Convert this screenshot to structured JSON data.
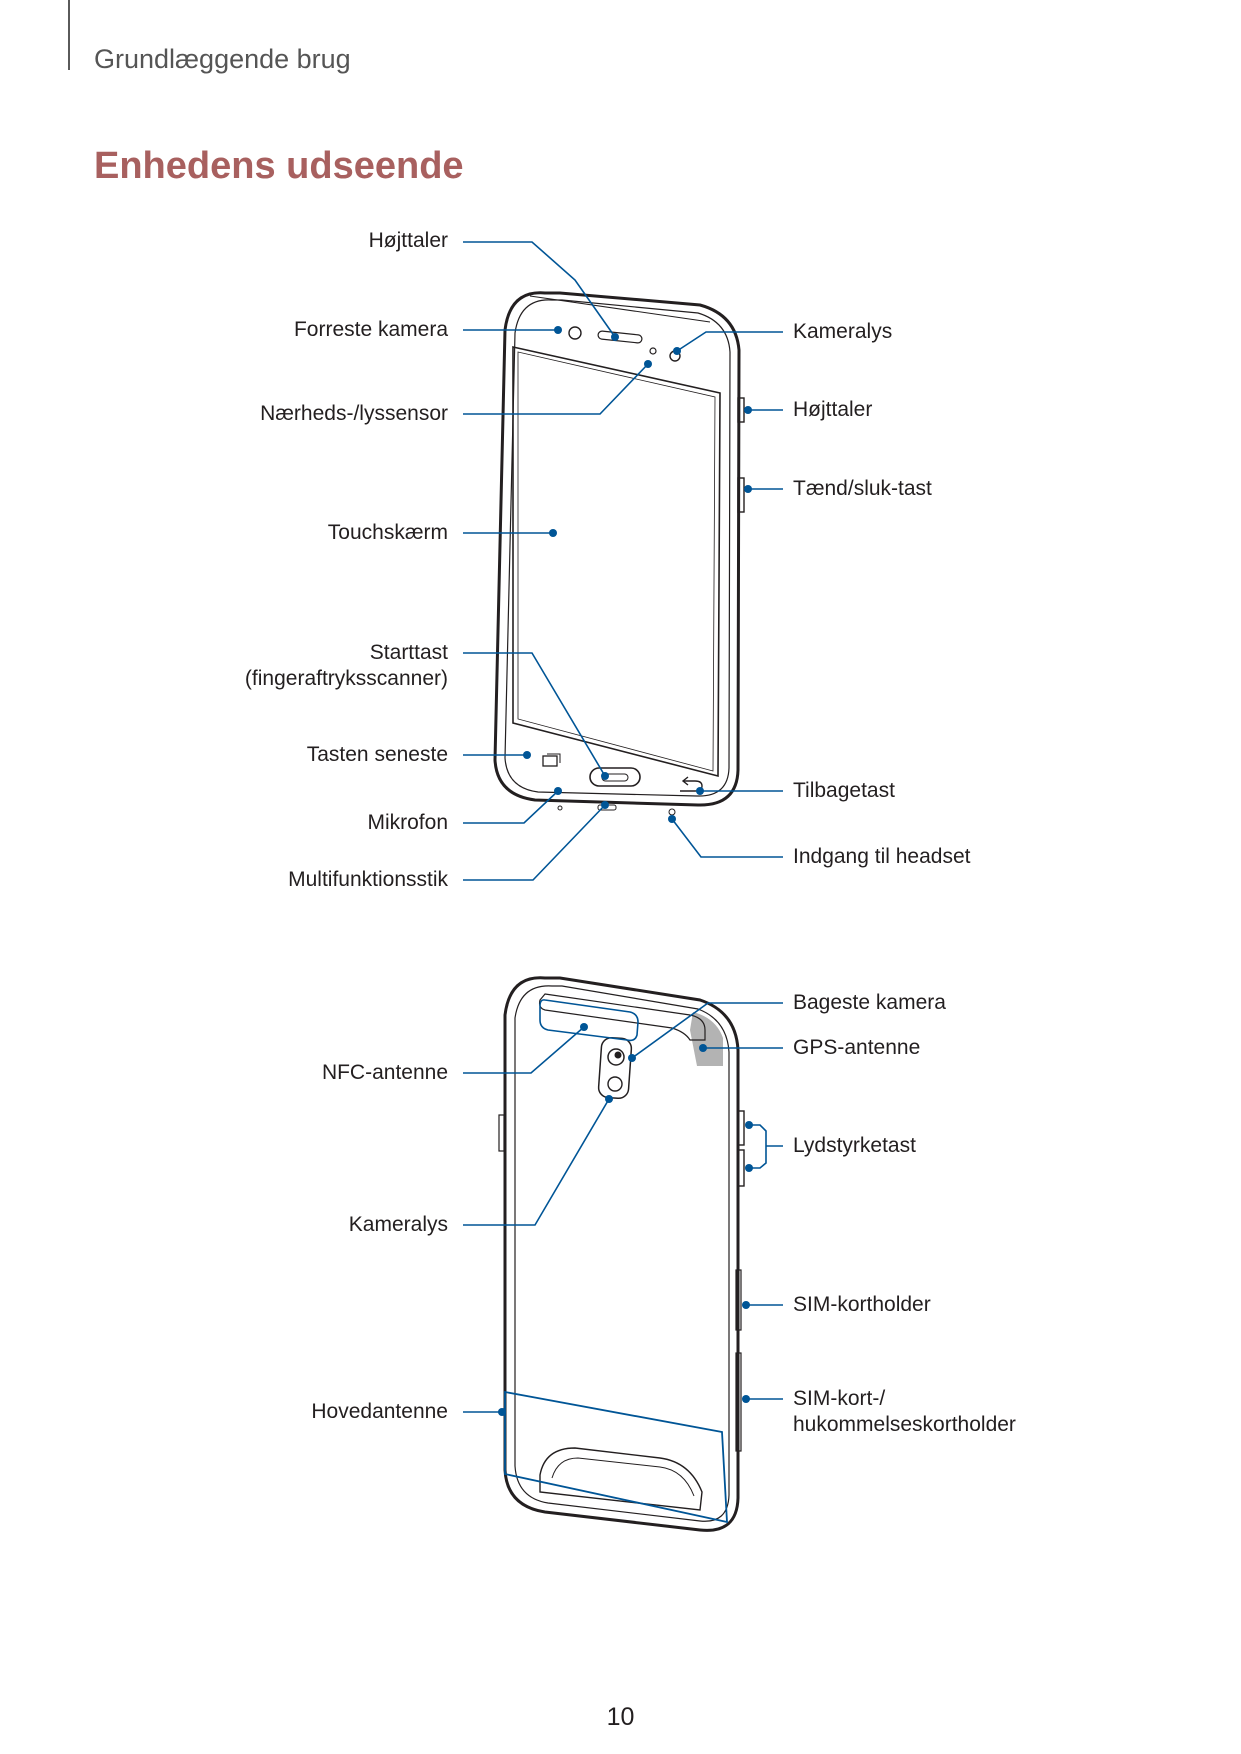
{
  "header": {
    "section": "Grundlæggende brug"
  },
  "page": {
    "title": "Enhedens udseende",
    "number": "10"
  },
  "front_view": {
    "left_labels": [
      {
        "id": "speaker-top",
        "text": "Højttaler"
      },
      {
        "id": "front-camera",
        "text": "Forreste kamera"
      },
      {
        "id": "proximity-sensor",
        "text": "Nærheds-/lyssensor"
      },
      {
        "id": "touchscreen",
        "text": "Touchskærm"
      },
      {
        "id": "home-key",
        "line1": "Starttast",
        "line2": "(fingeraftryksscanner)"
      },
      {
        "id": "recent-key",
        "text": "Tasten seneste"
      },
      {
        "id": "microphone",
        "text": "Mikrofon"
      },
      {
        "id": "multipurpose-jack",
        "text": "Multifunktionsstik"
      }
    ],
    "right_labels": [
      {
        "id": "flash-front",
        "text": "Kameralys"
      },
      {
        "id": "speaker-side",
        "text": "Højttaler"
      },
      {
        "id": "power-key",
        "text": "Tænd/sluk-tast"
      },
      {
        "id": "back-key",
        "text": "Tilbagetast"
      },
      {
        "id": "headset-jack",
        "text": "Indgang til headset"
      }
    ]
  },
  "back_view": {
    "left_labels": [
      {
        "id": "nfc-antenna",
        "text": "NFC-antenne"
      },
      {
        "id": "flash-rear",
        "text": "Kameralys"
      },
      {
        "id": "main-antenna",
        "text": "Hovedantenne"
      }
    ],
    "right_labels": [
      {
        "id": "rear-camera",
        "text": "Bageste kamera"
      },
      {
        "id": "gps-antenna",
        "text": "GPS-antenne"
      },
      {
        "id": "volume-key",
        "text": "Lydstyrketast"
      },
      {
        "id": "sim-tray",
        "text": "SIM-kortholder"
      },
      {
        "id": "sim-memory-tray",
        "line1": "SIM-kort-/",
        "line2": "hukommelseskortholder"
      }
    ]
  },
  "colors": {
    "title": "#a8605f",
    "callout": "#005596",
    "device_outline": "#231f20",
    "gps_area": "#b3b3b3"
  }
}
